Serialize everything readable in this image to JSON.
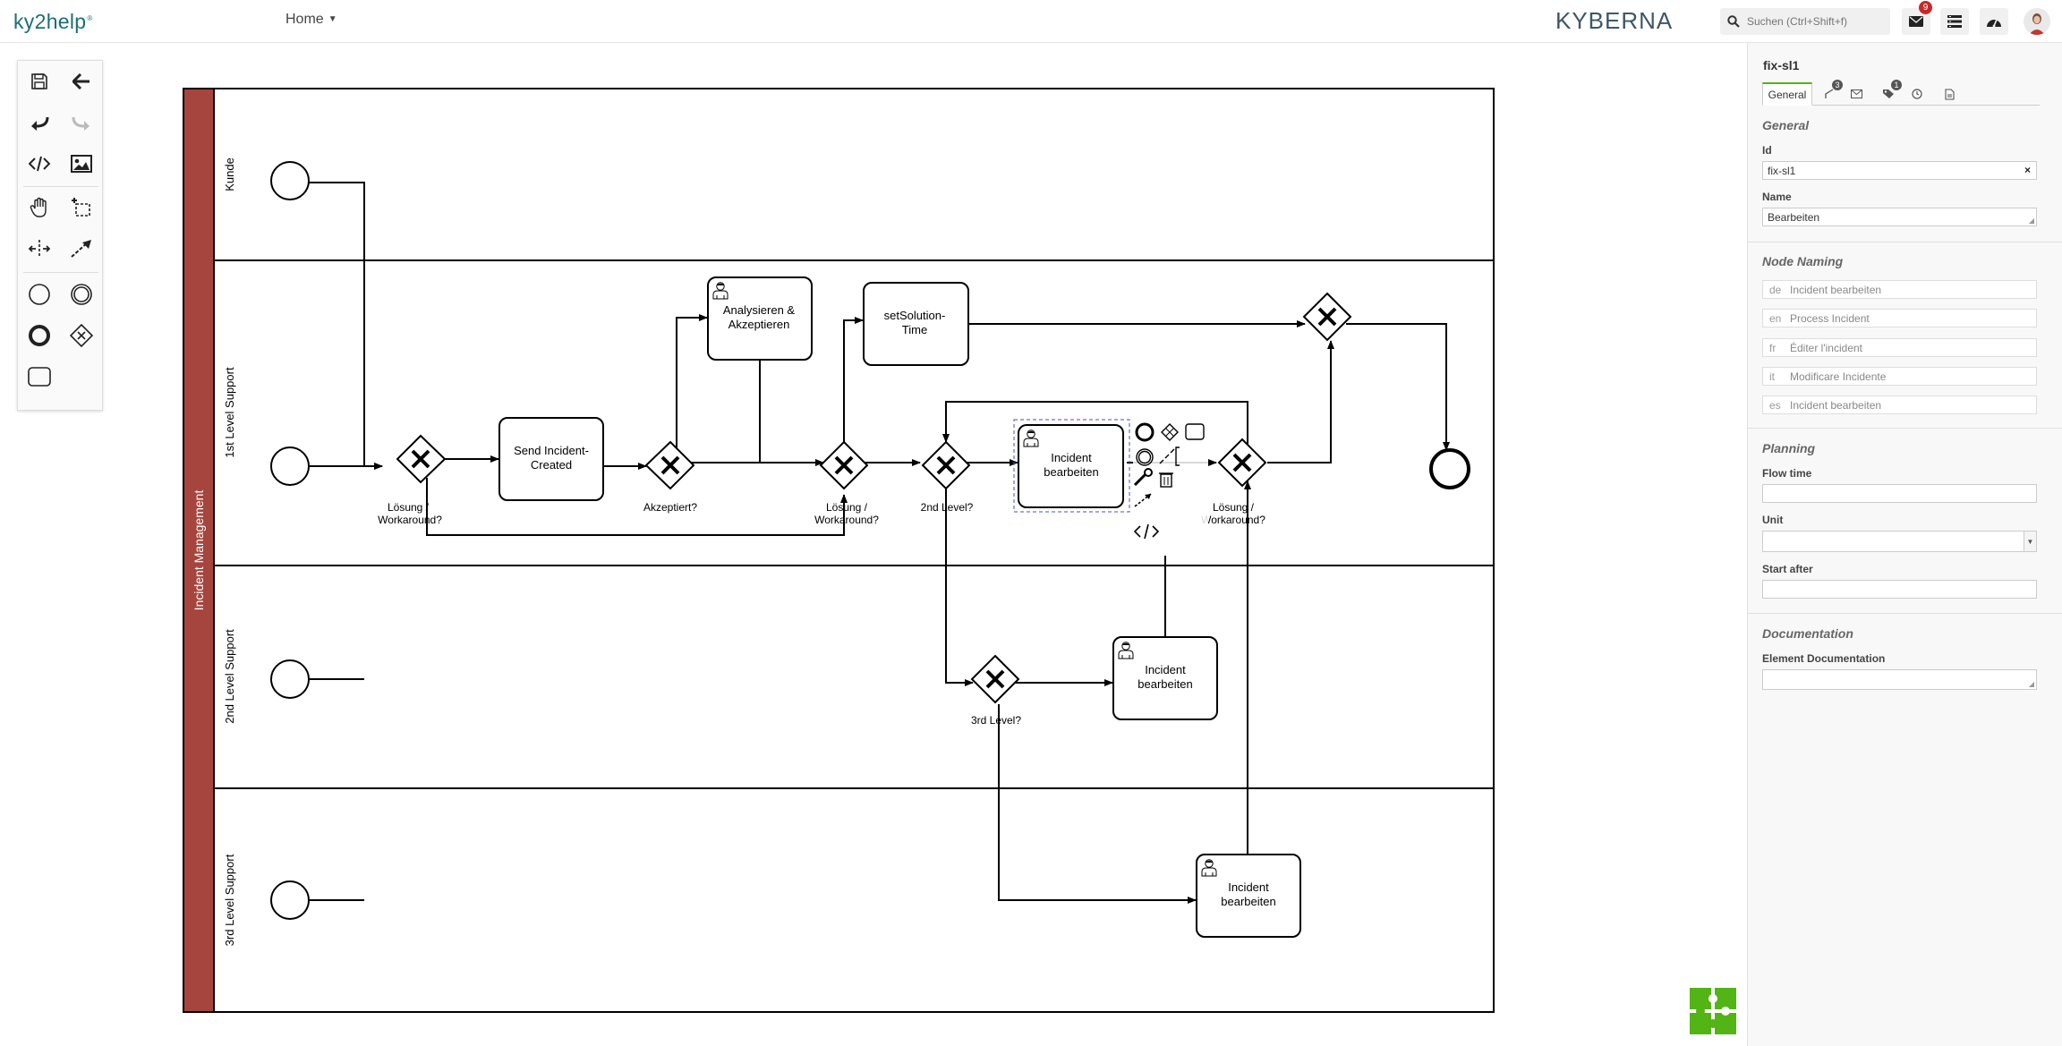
{
  "app": {
    "logo": "ky2help",
    "logo_mark": "®",
    "home_menu_label": "Home",
    "brand": "KYBERNA",
    "search_placeholder": "Suchen (Ctrl+Shift+f)",
    "notifications_badge": "9"
  },
  "palette": {
    "tools": [
      "save-icon",
      "back-arrow-icon",
      "undo-icon",
      "redo-icon",
      "code-icon",
      "image-icon",
      "hand-tool-icon",
      "lasso-tool-icon",
      "space-tool-icon",
      "connect-tool-icon",
      "start-event-icon",
      "intermediate-event-icon",
      "end-event-icon",
      "gateway-icon",
      "task-icon"
    ]
  },
  "diagram": {
    "pool_name": "Incident Management",
    "lanes": [
      "Kunde",
      "1st Level Support",
      "2nd Level Support",
      "3rd Level Support"
    ],
    "tasks": {
      "send_incident": "Send Incident-Created",
      "analyze": "Analysieren & Akzeptieren",
      "set_solution": "setSolution-Time",
      "incident_1st": "Incident bearbeiten",
      "incident_2nd": "Incident bearbeiten",
      "incident_3rd": "Incident bearbeiten"
    },
    "task_lines": {
      "send_incident": [
        "Send Incident-",
        "Created"
      ],
      "analyze": [
        "Analysieren &",
        "Akzeptieren"
      ],
      "set_solution": [
        "setSolution-",
        "Time"
      ],
      "incident_1st": [
        "Incident",
        "bearbeiten"
      ],
      "incident_2nd": [
        "Incident",
        "bearbeiten"
      ],
      "incident_3rd": [
        "Incident",
        "bearbeiten"
      ]
    },
    "gateway_labels": {
      "g1": [
        "Lösung /",
        "Workaround?"
      ],
      "g2": [
        "Akzeptiert?"
      ],
      "g3": [
        "Lösung /",
        "Workaround?"
      ],
      "g4": [
        "2nd Level?"
      ],
      "g5": [
        "Lösung /",
        "Workaround?"
      ],
      "g7": [
        "3rd Level?"
      ]
    }
  },
  "properties": {
    "title": "fix-sl1",
    "tabs": [
      {
        "label": "General",
        "active": true
      },
      {
        "icon": "flow-icon",
        "badge": "3"
      },
      {
        "icon": "mail-icon"
      },
      {
        "icon": "tag-icon",
        "badge": "1"
      },
      {
        "icon": "clock-icon"
      },
      {
        "icon": "document-icon"
      }
    ],
    "general": {
      "title": "General",
      "id_label": "Id",
      "id_value": "fix-sl1",
      "id_clear": "×",
      "name_label": "Name",
      "name_value": "Bearbeiten"
    },
    "node_naming": {
      "title": "Node Naming",
      "entries": [
        {
          "code": "de",
          "value": "Incident bearbeiten"
        },
        {
          "code": "en",
          "value": "Process Incident"
        },
        {
          "code": "fr",
          "value": "Éditer l'incident"
        },
        {
          "code": "it",
          "value": "Modificare Incidente"
        },
        {
          "code": "es",
          "value": "Incident bearbeiten"
        }
      ]
    },
    "planning": {
      "title": "Planning",
      "flow_time_label": "Flow time",
      "flow_time_value": "",
      "unit_label": "Unit",
      "unit_value": "",
      "start_after_label": "Start after",
      "start_after_value": ""
    },
    "documentation": {
      "title": "Documentation",
      "element_doc_label": "Element Documentation",
      "element_doc_value": ""
    }
  },
  "colors": {
    "pool_header": "#a5453d",
    "brand_teal": "#1c6f73",
    "selection": "#4a4ad8",
    "badge_red": "#c62828",
    "puzzle_green": "#52b415"
  }
}
